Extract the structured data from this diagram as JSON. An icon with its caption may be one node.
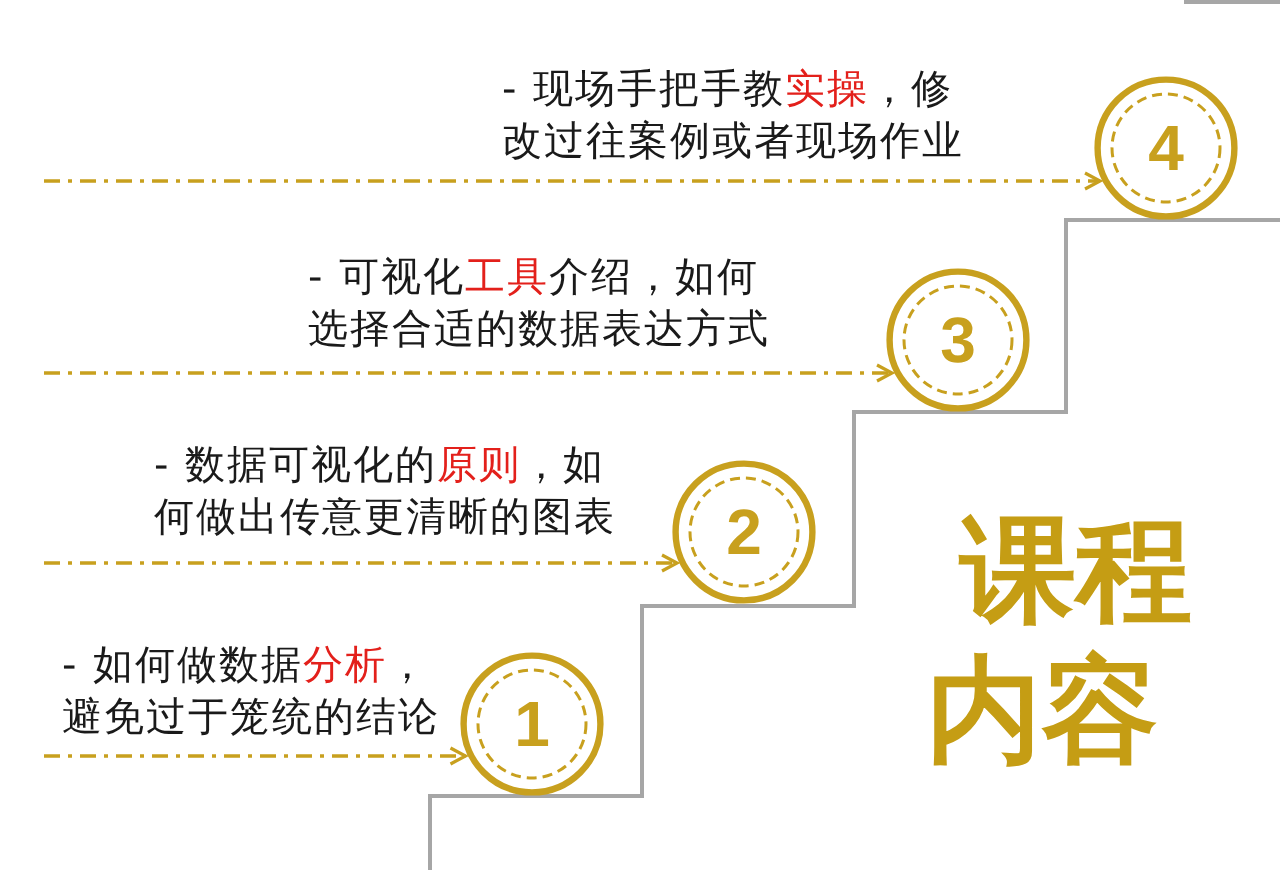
{
  "diagram": {
    "title": "课程内容",
    "nodes": [
      {
        "text": [
          "4"
        ],
        "beside": [
          "- 现场手把手教**实操**，修改过往案例或者现场作业"
        ]
      },
      {
        "text": [
          "3"
        ],
        "beside": [
          "- 可视化**工具**介绍，如何选择合适的数据表达方式"
        ]
      },
      {
        "text": [
          "2"
        ],
        "beside": [
          "- 数据可视化的**原则**，如何做出传意更清晰的图表"
        ]
      },
      {
        "text": [
          "1"
        ],
        "beside": [
          "- 如何做数据**分析**，避免过于笼统的结论"
        ]
      }
    ],
    "edges": [
      {
        "from": null,
        "to": 0,
        "arrow": "to",
        "style": "dashed"
      },
      {
        "from": null,
        "to": 1,
        "arrow": "to",
        "style": "dashed"
      },
      {
        "from": null,
        "to": 2,
        "arrow": "to",
        "style": "dashed"
      },
      {
        "from": null,
        "to": 3,
        "arrow": "to",
        "style": "dashed"
      }
    ]
  }
}
